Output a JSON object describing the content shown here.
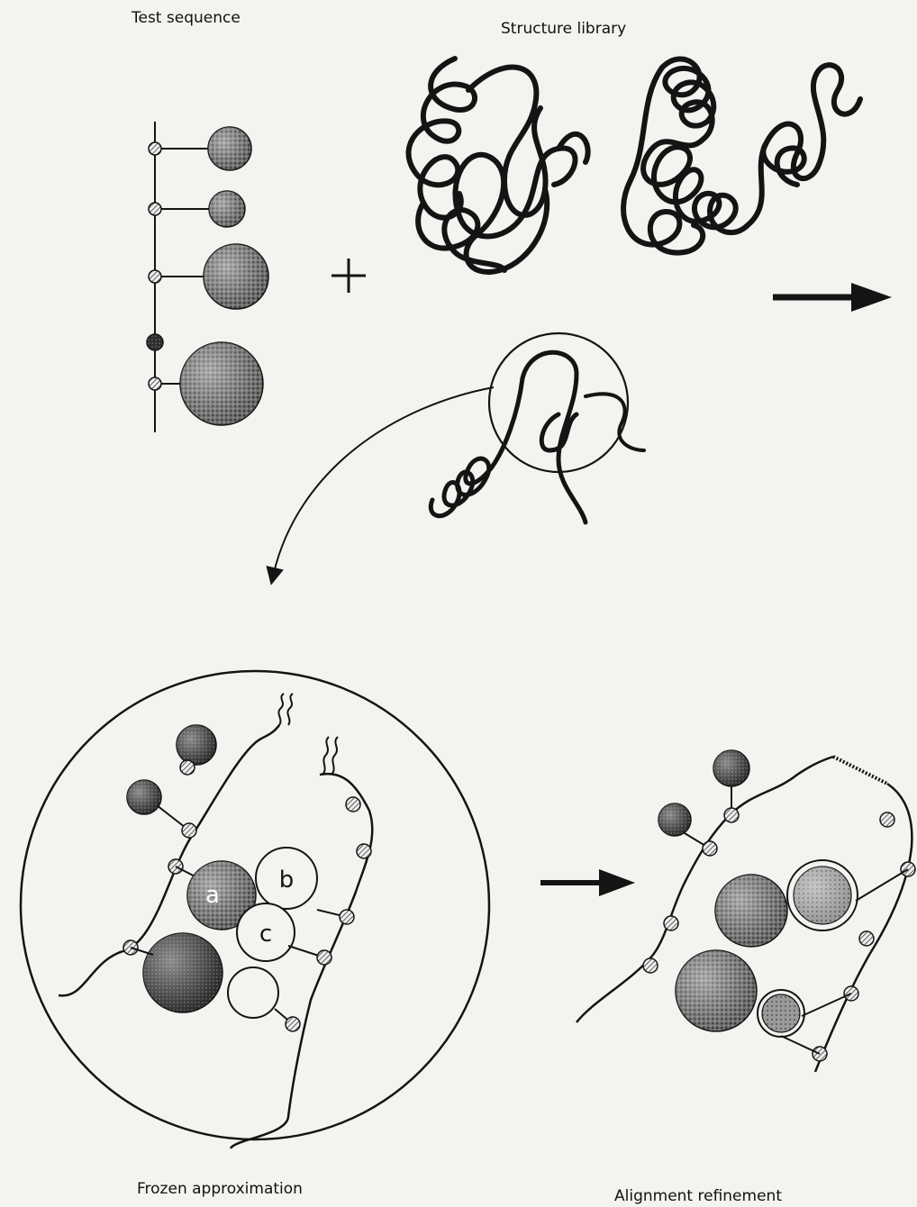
{
  "labels": {
    "test_sequence": "Test sequence",
    "structure_library": "Structure library",
    "frozen_approximation": "Frozen approximation",
    "alignment_refinement": "Alignment refinement",
    "plus_sign": "+",
    "pair_a": "a",
    "pair_b": "b",
    "pair_c": "c"
  },
  "colors": {
    "ink": "#141414",
    "paper": "#f4f3ef",
    "shade": "#555555"
  },
  "icons": [
    "arrow-right-icon",
    "plus-icon"
  ]
}
